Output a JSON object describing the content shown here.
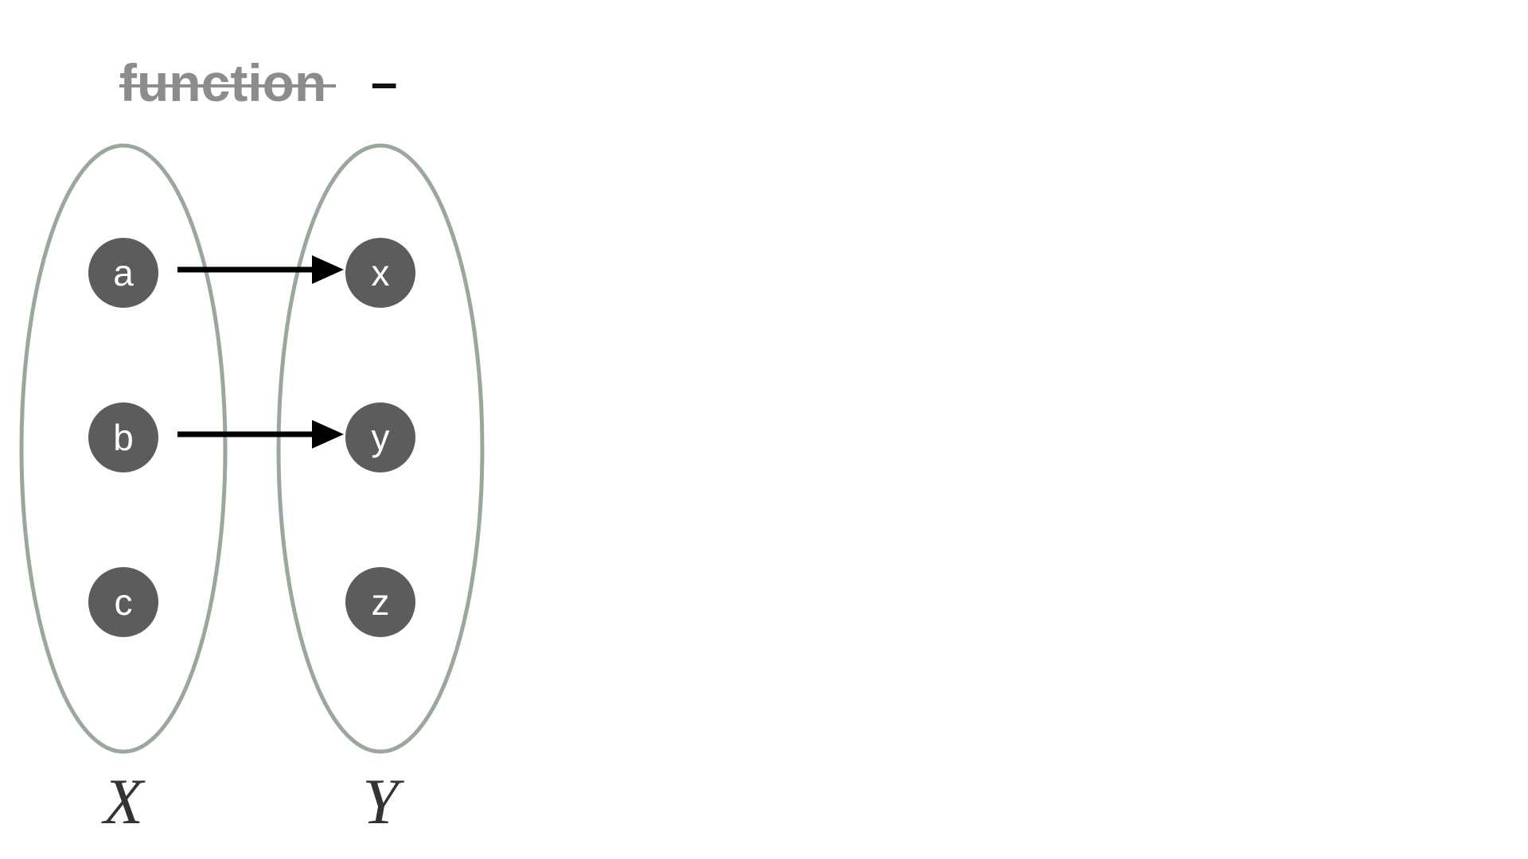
{
  "diagram": {
    "title": "function",
    "title_struck_through": true,
    "title_suffix": "–",
    "domain_label": "X",
    "codomain_label": "Y",
    "domain_elements": [
      "a",
      "b",
      "c"
    ],
    "codomain_elements": [
      "x",
      "y",
      "z"
    ],
    "mappings": [
      {
        "from": "a",
        "to": "x"
      },
      {
        "from": "b",
        "to": "y"
      }
    ],
    "colors": {
      "ellipse": "#9aa89c",
      "node_fill": "#5c5c5c",
      "node_text": "#ffffff",
      "title": "#8c8c8c",
      "arrow": "#000000"
    }
  }
}
